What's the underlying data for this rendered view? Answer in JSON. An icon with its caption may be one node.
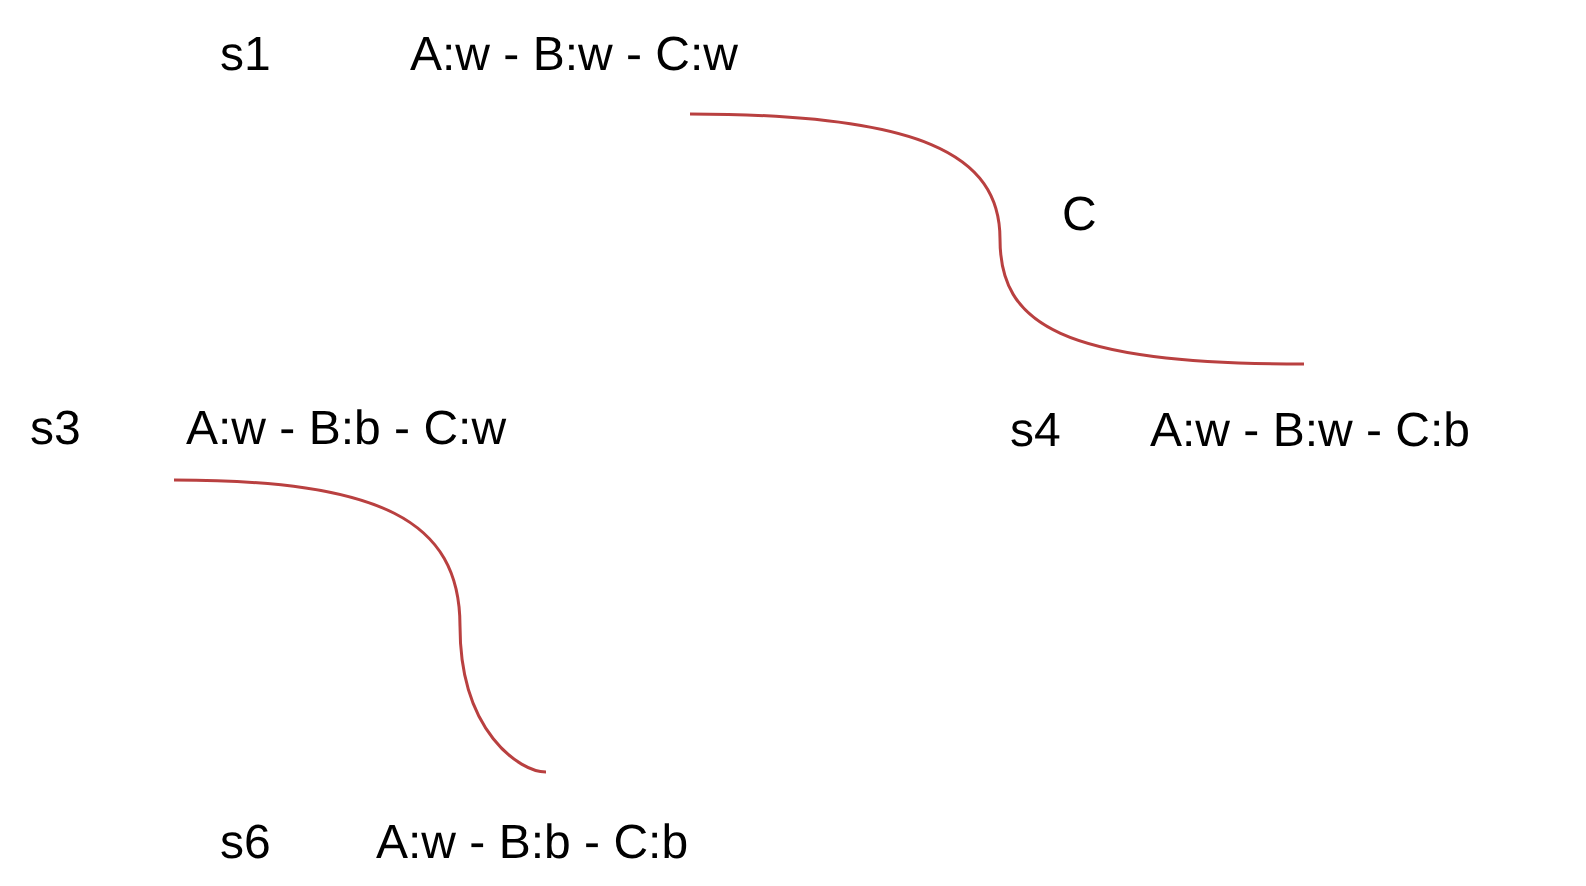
{
  "diagram": {
    "nodes": [
      {
        "text": [
          "s1",
          "A:w - B:w - C:w"
        ]
      },
      {
        "text": [
          "s3",
          "A:w - B:b - C:w"
        ]
      },
      {
        "text": [
          "s4",
          "A:w - B:w - C:b"
        ]
      },
      {
        "text": [
          "s6",
          "A:w - B:b - C:b"
        ]
      }
    ],
    "edges": [
      {
        "from": 0,
        "to": 2,
        "arrow": "none",
        "label": "C"
      },
      {
        "from": 1,
        "to": 3,
        "arrow": "none"
      }
    ]
  }
}
